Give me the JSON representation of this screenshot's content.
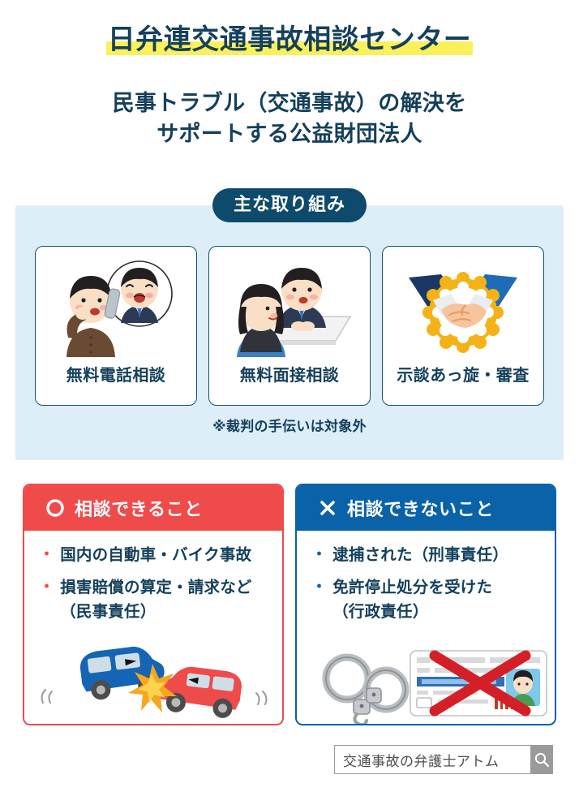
{
  "header": {
    "title": "日弁連交通事故相談センター",
    "subtitle_line1": "民事トラブル（交通事故）の解決を",
    "subtitle_line2": "サポートする公益財団法人",
    "highlight_color": "#faf05a",
    "text_color": "#14405c"
  },
  "works": {
    "badge": "主な取り組み",
    "badge_bg": "#0d4a6b",
    "panel_bg": "#ddeef8",
    "note": "※裁判の手伝いは対象外",
    "cards": [
      {
        "label": "無料電話相談",
        "icon": "phone-consultation-illustration"
      },
      {
        "label": "無料面接相談",
        "icon": "face-to-face-consultation-illustration"
      },
      {
        "label": "示談あっ旋・審査",
        "icon": "handshake-settlement-illustration"
      }
    ]
  },
  "panels": [
    {
      "heading": "相談できること",
      "icon": "circle-icon",
      "accent": "#ef4b4b",
      "items": [
        "国内の自動車・バイク事故",
        "損害賠償の算定・請求など\n（民事責任）"
      ],
      "art": "car-collision-illustration"
    },
    {
      "heading": "相談できないこと",
      "icon": "cross-icon",
      "accent": "#0a62a8",
      "items": [
        "逮捕された（刑事責任）",
        "免許停止処分を受けた\n（行政責任）"
      ],
      "art": "handcuffs-and-revoked-license-illustration"
    }
  ],
  "search": {
    "value": "交通事故の弁護士アトム",
    "placeholder": "交通事故の弁護士アトム",
    "button_icon": "search-icon"
  }
}
